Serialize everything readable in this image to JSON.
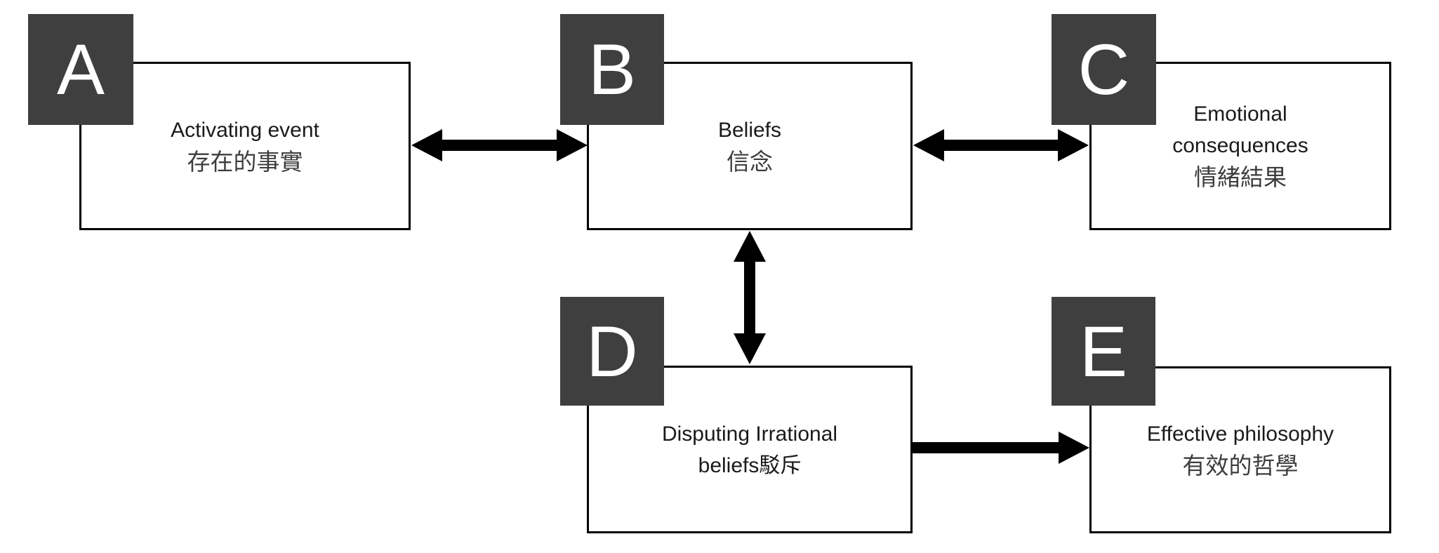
{
  "nodes": [
    {
      "letter": "A",
      "title": "Activating event",
      "subtitle": "存在的事實"
    },
    {
      "letter": "B",
      "title": "Beliefs",
      "subtitle": "信念"
    },
    {
      "letter": "C",
      "title": "Emotional\nconsequences",
      "subtitle": "情緒結果"
    },
    {
      "letter": "D",
      "title": "Disputing Irrational\nbeliefs駁斥",
      "subtitle": ""
    },
    {
      "letter": "E",
      "title": "Effective philosophy",
      "subtitle": "有效的哲學"
    }
  ],
  "edges": [
    {
      "from": "A",
      "to": "B",
      "bidirectional": true
    },
    {
      "from": "B",
      "to": "C",
      "bidirectional": true
    },
    {
      "from": "B",
      "to": "D",
      "bidirectional": true
    },
    {
      "from": "D",
      "to": "E",
      "bidirectional": false
    }
  ],
  "colors": {
    "badge_bg": "#3f3f3f",
    "badge_text": "#ffffff",
    "box_bg": "#ffffff",
    "box_border": "#000000",
    "arrow": "#000000",
    "title_text": "#1a1a1a",
    "subtitle_text": "#3d3d3d",
    "background": "#ffffff"
  }
}
